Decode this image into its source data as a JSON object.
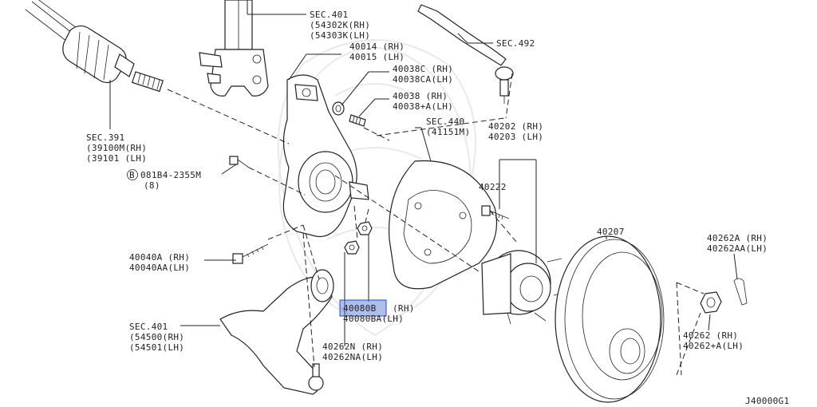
{
  "diagram_id": "J40000G1",
  "highlight_color": "#4a6fd8",
  "labels": {
    "sec401_top": [
      "SEC.401",
      "(54302K(RH)",
      "(54303K(LH)"
    ],
    "knuckle": [
      "40014 (RH)",
      "40015 (LH)"
    ],
    "bushing": [
      "40038C  (RH)",
      "40038CA(LH)"
    ],
    "stud": [
      "40038  (RH)",
      "40038+A(LH)"
    ],
    "sec492": "SEC.492",
    "sec391": [
      "SEC.391",
      "(39100M(RH)",
      "(39101  (LH)"
    ],
    "bolt_spec": [
      "081B4-2355M",
      "(8)"
    ],
    "sec440": [
      "SEC.440",
      "(41151M)"
    ],
    "hub_bearing": [
      "40202 (RH)",
      "40203 (LH)"
    ],
    "hub_bolt": "40222",
    "rotor": "40207",
    "cotter_pin": [
      "40262A (RH)",
      "40262AA(LH)"
    ],
    "bolt_lower": [
      "40040A (RH)",
      "40040AA(LH)"
    ],
    "nut_highlight": [
      "40080B",
      " (RH)",
      "40080BA(LH)"
    ],
    "sec401_bottom": [
      "SEC.401",
      "(54500(RH)",
      "(54501(LH)"
    ],
    "nut_lower": [
      "40262N (RH)",
      "40262NA(LH)"
    ],
    "nut_right": [
      "40262   (RH)",
      "40262+A(LH)"
    ],
    "circle_b": "B"
  }
}
